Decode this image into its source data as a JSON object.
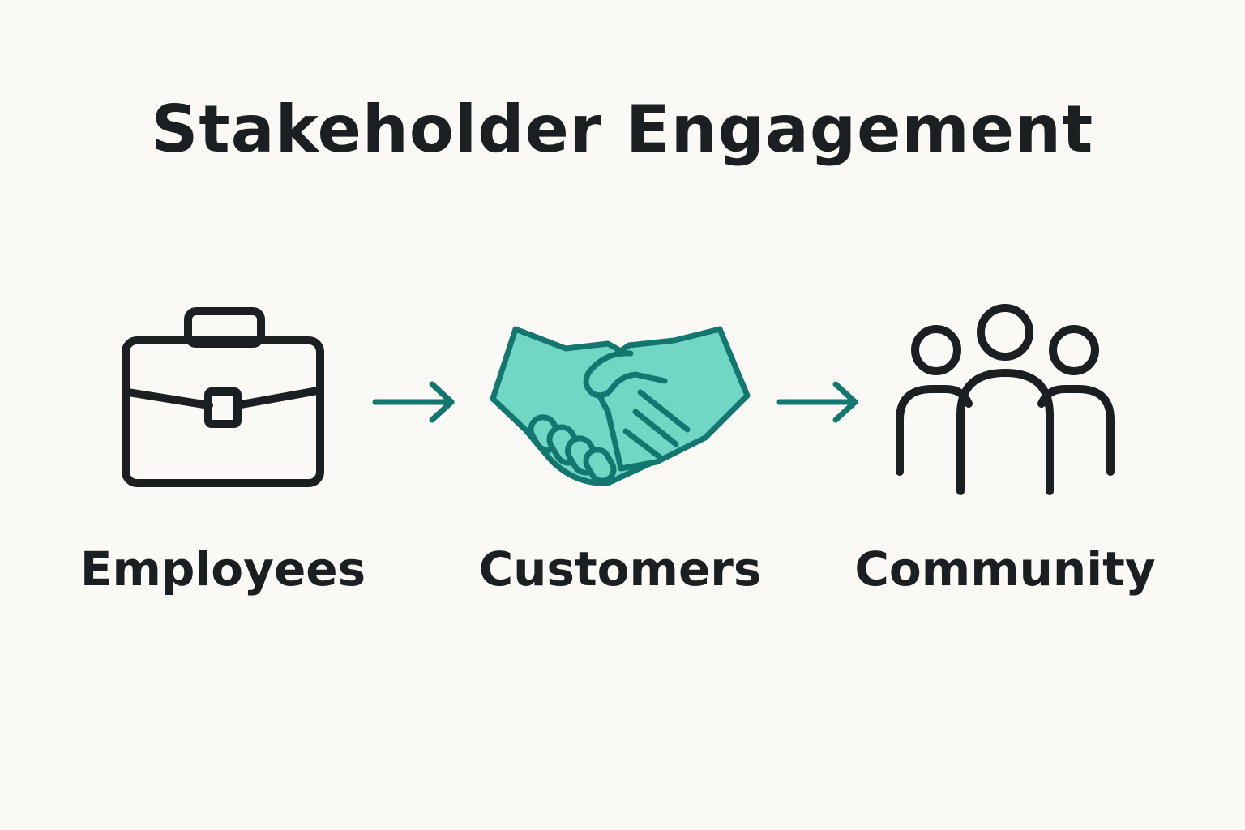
{
  "title": "Stakeholder Engagement",
  "colors": {
    "background": "#faf9f5",
    "ink": "#1b1f21",
    "accent": "#72d6c5",
    "accent_stroke": "#137770"
  },
  "stages": [
    {
      "label": "Employees",
      "icon": "briefcase-icon"
    },
    {
      "label": "Customers",
      "icon": "handshake-icon"
    },
    {
      "label": "Community",
      "icon": "people-group-icon"
    }
  ],
  "connectors": [
    {
      "icon": "arrow-right-icon"
    },
    {
      "icon": "arrow-right-icon"
    }
  ]
}
